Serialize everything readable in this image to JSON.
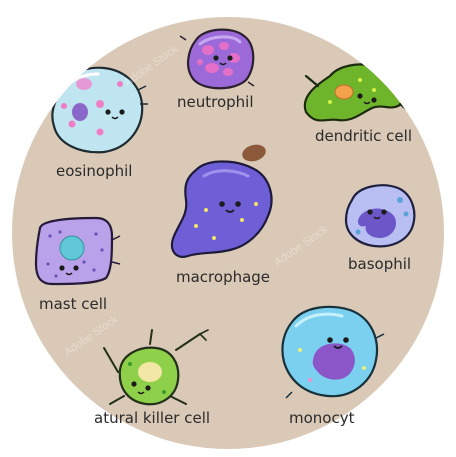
{
  "background": {
    "disc_color": "#d9c9b6",
    "page_color": "#ffffff"
  },
  "cells": [
    {
      "id": "neutrophil",
      "label": "neutrophil",
      "color": "#9b6ad8"
    },
    {
      "id": "dendritic",
      "label": "dendritic cell",
      "color": "#6fb52b"
    },
    {
      "id": "eosinophil",
      "label": "eosinophil",
      "color": "#bfe6f0"
    },
    {
      "id": "macrophage",
      "label": "macrophage",
      "color": "#6e5fd6"
    },
    {
      "id": "basophil",
      "label": "basophil",
      "color": "#b9bff2"
    },
    {
      "id": "mast",
      "label": "mast cell",
      "color": "#b9a2ea"
    },
    {
      "id": "nk",
      "label": "atural killer cell",
      "color": "#8fd04a"
    },
    {
      "id": "monocyte",
      "label": "monocyt",
      "color": "#7ad0ee"
    }
  ],
  "watermark": {
    "text": "Adobe Stock"
  }
}
